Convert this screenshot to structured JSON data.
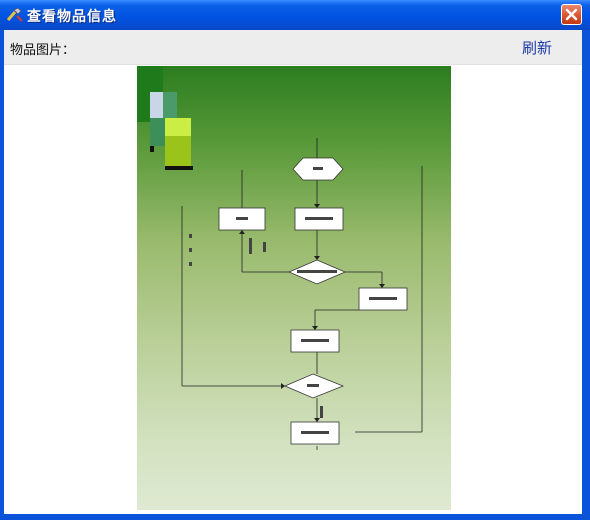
{
  "window": {
    "title": "查看物品信息"
  },
  "toolbar": {
    "label": "物品图片：",
    "refresh": "刷新"
  },
  "icons": {
    "title": "tools-icon",
    "close": "close-icon"
  },
  "colors": {
    "title_bar": "#0052e0",
    "close_button": "#d9512c",
    "refresh_link": "#1a3aa8",
    "image_top": "#2b7d1f",
    "image_bottom": "#dfe9d2"
  },
  "image": {
    "description_name": "item-image-flowchart"
  }
}
